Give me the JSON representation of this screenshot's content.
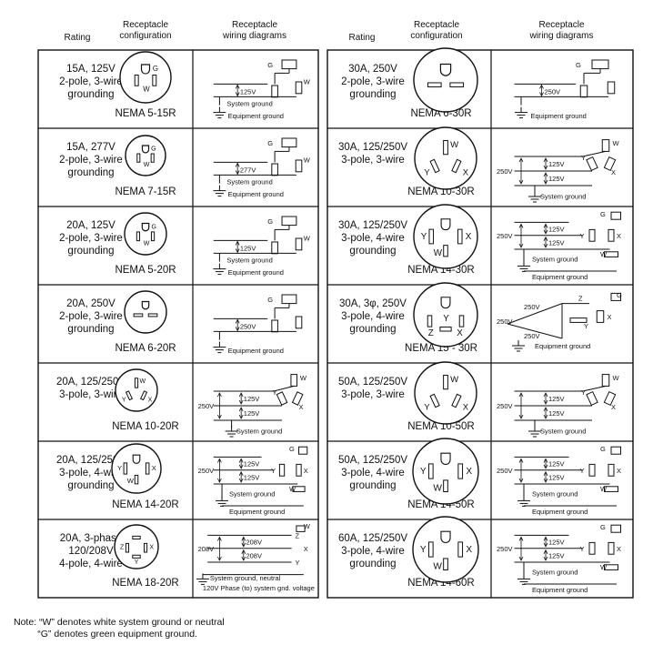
{
  "headers": {
    "rating": "Rating",
    "config": "Receptacle\nconfiguration",
    "wiring": "Receptacle\nwiring diagrams"
  },
  "left": [
    {
      "rating": "15A, 125V\n2-pole, 3-wire\ngrounding",
      "nema": "NEMA 5-15R",
      "kind": "A",
      "v1": "125V",
      "labels": [
        "G",
        "W"
      ],
      "sys": "System ground",
      "eq": "Equipment ground"
    },
    {
      "rating": "15A, 277V\n2-pole, 3-wire\ngrounding",
      "nema": "NEMA 7-15R",
      "kind": "A",
      "v1": "277V",
      "labels": [
        "G",
        "W"
      ],
      "sys": "System ground",
      "eq": "Equipment ground"
    },
    {
      "rating": "20A, 125V\n2-pole, 3-wire\ngrounding",
      "nema": "NEMA 5-20R",
      "kind": "A",
      "v1": "125V",
      "labels": [
        "G",
        "W"
      ],
      "sys": "System ground",
      "eq": "Equipment ground"
    },
    {
      "rating": "20A, 250V\n2-pole, 3-wire\ngrounding",
      "nema": "NEMA 6-20R",
      "kind": "B",
      "v1": "250V",
      "labels": [
        "G"
      ],
      "sys": "",
      "eq": "Equipment ground"
    },
    {
      "rating": "20A, 125/250V\n3-pole, 3-wire",
      "nema": "NEMA 10-20R",
      "kind": "C",
      "v1": "250V",
      "v2": "125V",
      "v3": "125V",
      "labels": [
        "W",
        "Y",
        "X"
      ],
      "sys": "System ground",
      "eq": ""
    },
    {
      "rating": "20A, 125/250V\n3-pole, 4-wire\ngrounding",
      "nema": "NEMA 14-20R",
      "kind": "D",
      "v1": "250V",
      "v2": "125V",
      "v3": "125V",
      "labels": [
        "G",
        "Y",
        "X",
        "W"
      ],
      "sys": "System ground",
      "eq": "Equipment ground"
    },
    {
      "rating": "20A, 3-phase\n120/208V\n4-pole, 4-wire",
      "nema": "NEMA 18-20R",
      "kind": "E",
      "v1": "208V",
      "v2": "208V",
      "v3": "208V",
      "labels": [
        "W",
        "Z",
        "X",
        "Y"
      ],
      "sys": "System ground, neutral",
      "eq": "120V Phase (to) system gnd. voltage"
    }
  ],
  "right": [
    {
      "rating": "30A, 250V\n2-pole, 3-wire\ngrounding",
      "nema": "NEMA 6-30R",
      "kind": "B",
      "v1": "250V",
      "labels": [
        "G"
      ],
      "sys": "",
      "eq": "Equipment ground"
    },
    {
      "rating": "30A, 125/250V\n3-pole, 3-wire",
      "nema": "NEMA 10-30R",
      "kind": "C",
      "v1": "250V",
      "v2": "125V",
      "v3": "125V",
      "labels": [
        "W",
        "Y",
        "X"
      ],
      "sys": "System ground",
      "eq": ""
    },
    {
      "rating": "30A, 125/250V\n3-pole, 4-wire\ngrounding",
      "nema": "NEMA 14-30R",
      "kind": "D",
      "v1": "250V",
      "v2": "125V",
      "v3": "125V",
      "labels": [
        "G",
        "Y",
        "X",
        "W"
      ],
      "sys": "System ground",
      "eq": "Equipment ground"
    },
    {
      "rating": "30A, 3φ, 250V\n3-pole, 4-wire\ngrounding",
      "nema": "NEMA 15 - 30R",
      "kind": "F",
      "v1": "250V",
      "v2": "250V",
      "v3": "250V",
      "labels": [
        "Z",
        "G",
        "X",
        "Y"
      ],
      "sys": "",
      "eq": "Equipment ground"
    },
    {
      "rating": "50A, 125/250V\n3-pole, 3-wire",
      "nema": "NEMA 10-50R",
      "kind": "C",
      "v1": "250V",
      "v2": "125V",
      "v3": "125V",
      "labels": [
        "W",
        "Y",
        "X"
      ],
      "sys": "System ground",
      "eq": ""
    },
    {
      "rating": "50A, 125/250V\n3-pole, 4-wire\ngrounding",
      "nema": "NEMA 14-50R",
      "kind": "D",
      "v1": "250V",
      "v2": "125V",
      "v3": "125V",
      "labels": [
        "G",
        "Y",
        "X",
        "W"
      ],
      "sys": "System ground",
      "eq": "Equipment ground"
    },
    {
      "rating": "60A, 125/250V\n3-pole, 4-wire\ngrounding",
      "nema": "NEMA 14-60R",
      "kind": "D",
      "v1": "250V",
      "v2": "125V",
      "v3": "125V",
      "labels": [
        "G",
        "Y",
        "X",
        "W"
      ],
      "sys": "System ground",
      "eq": "Equipment ground"
    }
  ],
  "note": {
    "line1": "Note: “W” denotes white system ground or neutral",
    "line2": "         “G” denotes green equipment ground."
  }
}
